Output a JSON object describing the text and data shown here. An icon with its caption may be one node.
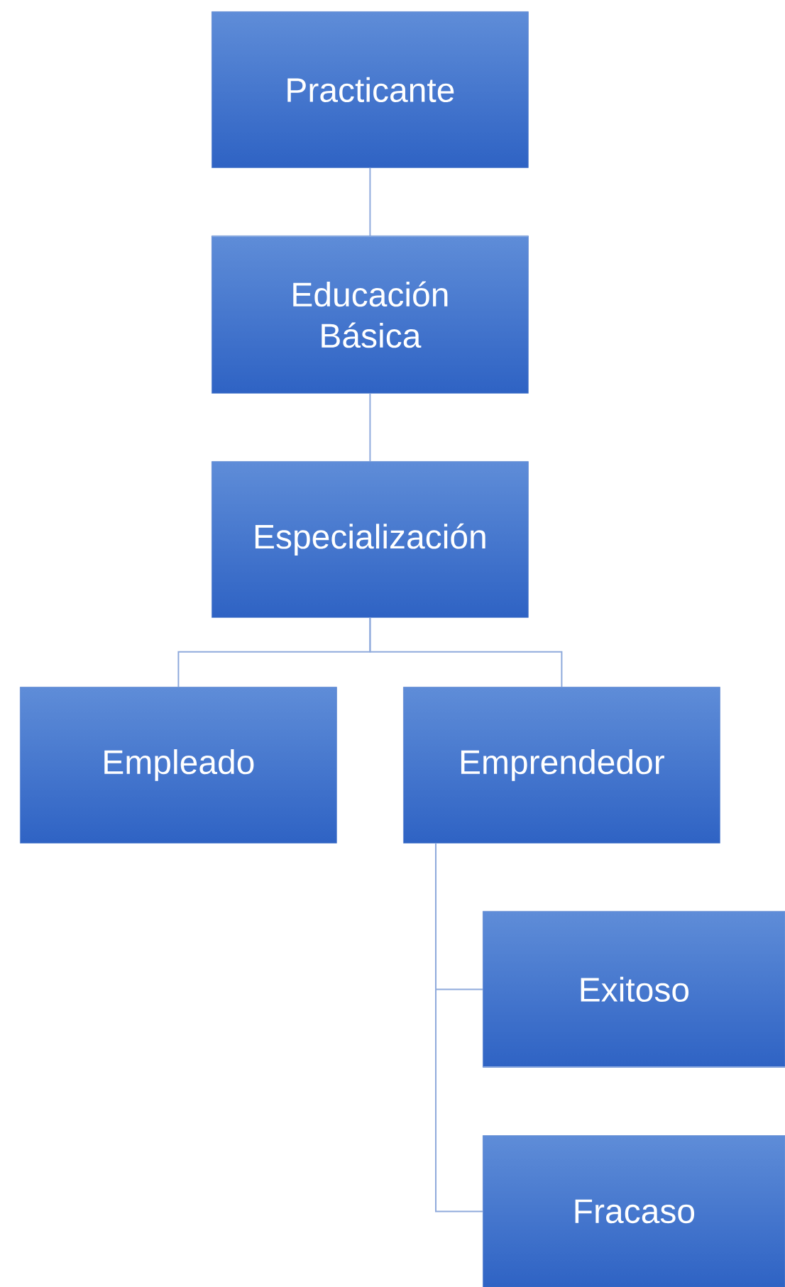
{
  "diagram": {
    "nodes": [
      {
        "text": [
          "Practicante"
        ]
      },
      {
        "text": [
          "Educación Básica"
        ]
      },
      {
        "text": [
          "Especialización"
        ]
      },
      {
        "text": [
          "Empleado"
        ]
      },
      {
        "text": [
          "Emprendedor"
        ]
      },
      {
        "text": [
          "Exitoso"
        ]
      },
      {
        "text": [
          "Fracaso"
        ]
      }
    ],
    "edges": [
      {
        "from": 0,
        "to": 1,
        "arrow": "none"
      },
      {
        "from": 1,
        "to": 2,
        "arrow": "none"
      },
      {
        "from": 2,
        "to": 3,
        "arrow": "none"
      },
      {
        "from": 2,
        "to": 4,
        "arrow": "none"
      },
      {
        "from": 4,
        "to": 5,
        "arrow": "none"
      },
      {
        "from": 4,
        "to": 6,
        "arrow": "none"
      }
    ]
  }
}
